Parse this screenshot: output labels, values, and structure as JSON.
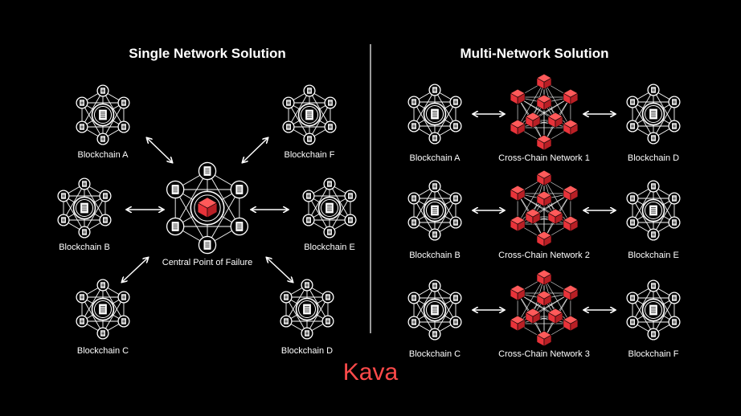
{
  "left": {
    "title": "Single Network Solution",
    "center_label": "Central Point of Failure",
    "chains": [
      "Blockchain A",
      "Blockchain F",
      "Blockchain B",
      "Blockchain E",
      "Blockchain C",
      "Blockchain D"
    ]
  },
  "right": {
    "title": "Multi-Network Solution",
    "rows": [
      {
        "left": "Blockchain A",
        "middle": "Cross-Chain Network 1",
        "right": "Blockchain D"
      },
      {
        "left": "Blockchain B",
        "middle": "Cross-Chain Network 2",
        "right": "Blockchain E"
      },
      {
        "left": "Blockchain C",
        "middle": "Cross-Chain Network 3",
        "right": "Blockchain F"
      }
    ]
  },
  "logo": "Kava",
  "colors": {
    "background": "#000000",
    "accent": "#e8333a",
    "line": "#ffffff"
  },
  "icons": {
    "node": "document-icon",
    "hub": "red-cube-icon"
  }
}
